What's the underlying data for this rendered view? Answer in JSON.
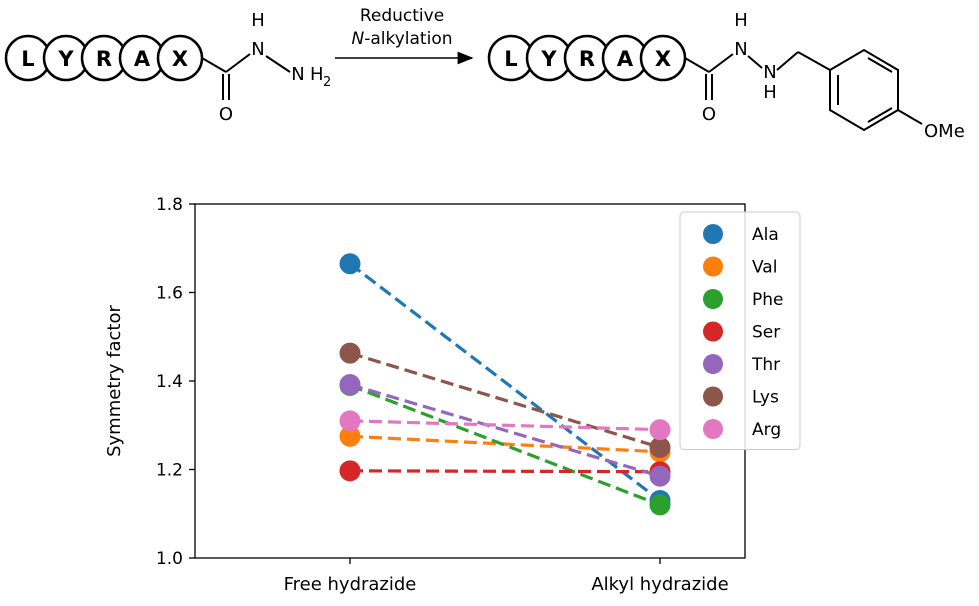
{
  "scheme": {
    "beads": [
      "L",
      "Y",
      "R",
      "A",
      "X"
    ],
    "arrow_label_line1": "Reductive",
    "arrow_label_italic": "N",
    "arrow_label_rest": "-alkylation",
    "reactant": {
      "h_top": "H",
      "n1": "N",
      "n2": "N",
      "h2": "H",
      "sub2": "2",
      "o": "O"
    },
    "product": {
      "h_top": "H",
      "n1": "N",
      "n2": "N",
      "h_bottom": "H",
      "o": "O",
      "ome": "OMe"
    }
  },
  "chart_data": {
    "type": "scatter",
    "categories": [
      "Free hydrazide",
      "Alkyl hydrazide"
    ],
    "ylabel": "Symmetry factor",
    "ylim": [
      1.0,
      1.8
    ],
    "yticks": [
      1.0,
      1.2,
      1.4,
      1.6,
      1.8
    ],
    "ytick_labels": [
      "1.0",
      "1.2",
      "1.4",
      "1.6",
      "1.8"
    ],
    "grid": false,
    "legend_position": "top-right",
    "series": [
      {
        "name": "Ala",
        "color": "#1f77b4",
        "values": [
          1.665,
          1.13
        ]
      },
      {
        "name": "Val",
        "color": "#ff7f0e",
        "values": [
          1.275,
          1.24
        ]
      },
      {
        "name": "Phe",
        "color": "#2ca02c",
        "values": [
          1.39,
          1.12
        ]
      },
      {
        "name": "Ser",
        "color": "#d62728",
        "values": [
          1.197,
          1.195
        ]
      },
      {
        "name": "Thr",
        "color": "#9467bd",
        "values": [
          1.392,
          1.185
        ]
      },
      {
        "name": "Lys",
        "color": "#8c564b",
        "values": [
          1.463,
          1.25
        ]
      },
      {
        "name": "Arg",
        "color": "#e377c2",
        "values": [
          1.31,
          1.29
        ]
      }
    ]
  }
}
